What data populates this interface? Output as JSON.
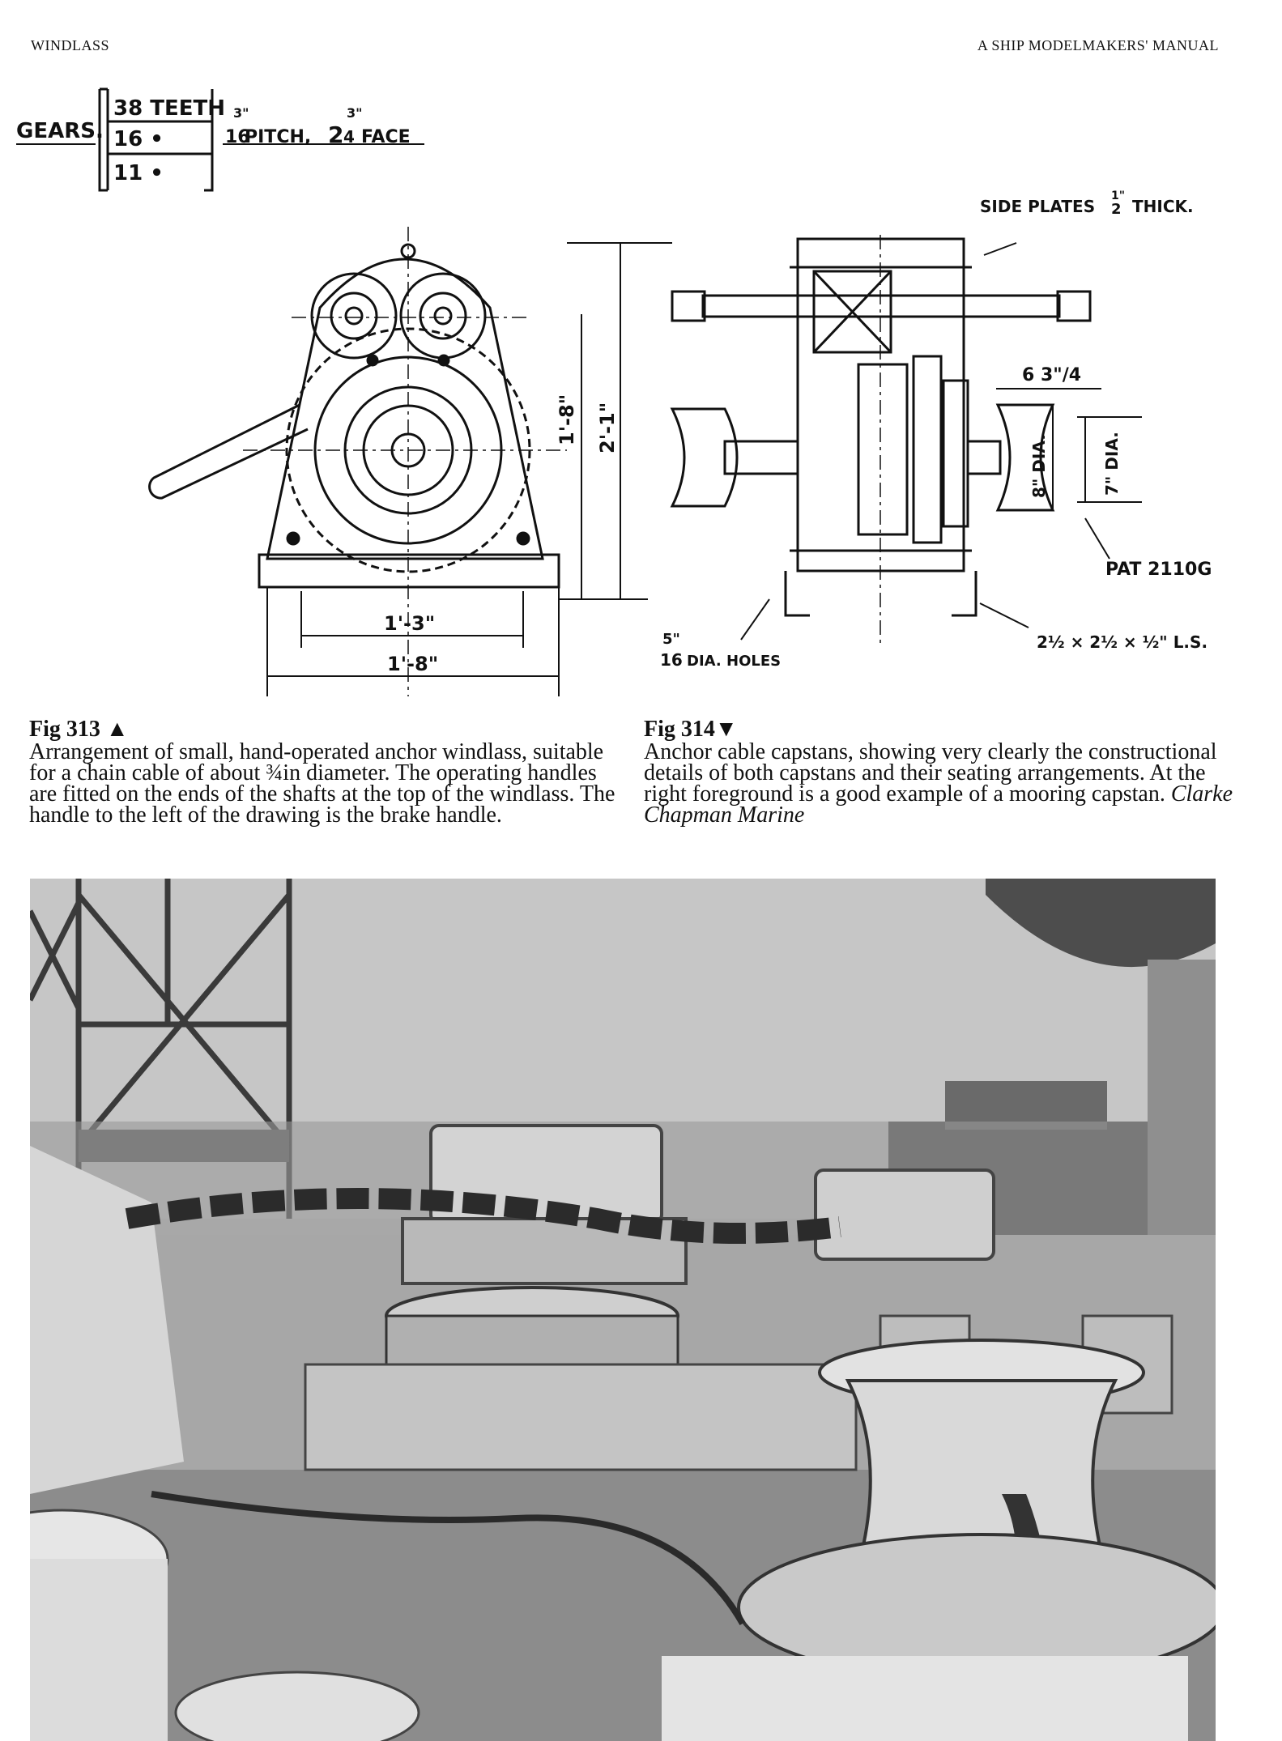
{
  "header": {
    "left": "WINDLASS",
    "right": "A SHIP MODELMAKERS' MANUAL"
  },
  "drawing_text": {
    "gears": "GEARS.",
    "teeth_38": "38 TEETH",
    "teeth_16": "16  •",
    "teeth_11": "11  •",
    "pitch_num": "3\"",
    "pitch_den": "16",
    "pitch_word": "PITCH,",
    "face_whole": "2",
    "face_num": "3\"",
    "face_den": "4",
    "face_word": "FACE",
    "side_plates": "SIDE PLATES",
    "side_plates_num": "1\"",
    "side_plates_den": "2",
    "side_plates_word": "THICK.",
    "dim_1_8_vert": "1'-8\"",
    "dim_2_1": "2'-1\"",
    "dim_1_3": "1'-3\"",
    "dim_1_8_horiz": "1'-8\"",
    "dim_6_3_4": "6 3\"/4",
    "dim_8_dia": "8\" DIA.",
    "dim_7_dia": "7\" DIA.",
    "pat": "PAT 2110G",
    "holes_num": "5\"",
    "holes_den": "16",
    "holes_word": "DIA. HOLES",
    "angle": "2½ × 2½ × ½\" L.S."
  },
  "captions": {
    "fig313": {
      "label": "Fig 313 ▲",
      "text": "Arrangement of small, hand-operated anchor windlass, suitable for a chain cable of about ¾in diameter. The operating handles are fitted on the ends of the shafts at the top of the windlass. The handle to the left of the drawing is the brake handle."
    },
    "fig314": {
      "label": "Fig 314▼",
      "text": "Anchor cable capstans, showing very clearly the constructional details of both capstans and their seating arrangements. At the right foreground is a good example of a mooring capstan.",
      "credit": "Clarke Chapman Marine"
    }
  }
}
